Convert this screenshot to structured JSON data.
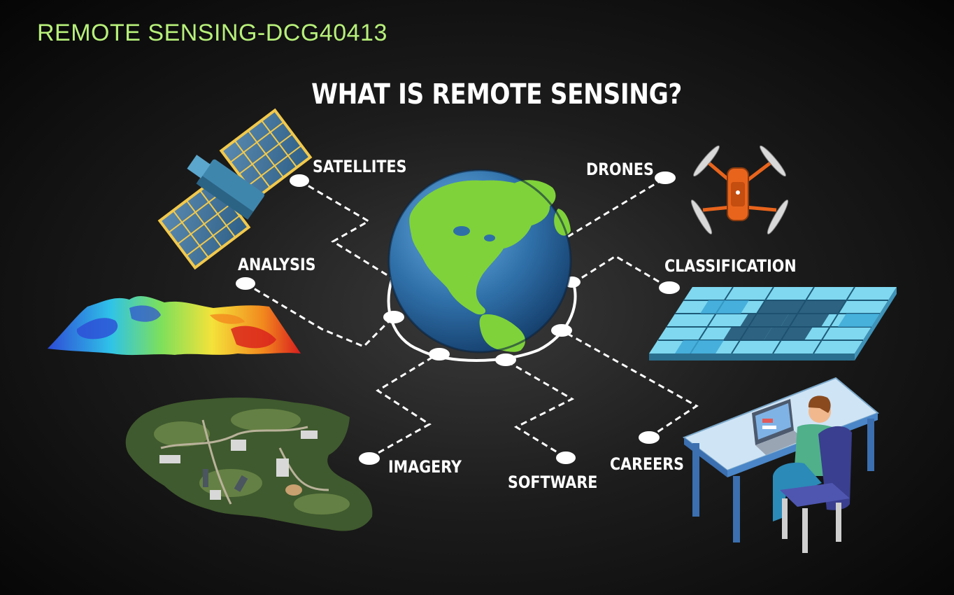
{
  "header": {
    "course_title": "REMOTE SENSING-DCG40413",
    "main_heading": "WHAT IS REMOTE SENSING?"
  },
  "topics": {
    "satellites": "SATELLITES",
    "drones": "DRONES",
    "analysis": "ANALYSIS",
    "classification": "CLASSIFICATION",
    "imagery": "IMAGERY",
    "software": "SOFTWARE",
    "careers": "CAREERS"
  },
  "colors": {
    "course_title": "#b7f07a",
    "ocean": "#2f6fa8",
    "land": "#7fd23a",
    "connector": "#ffffff",
    "drone_body": "#e8641c",
    "desk": "#cfe4f5"
  }
}
